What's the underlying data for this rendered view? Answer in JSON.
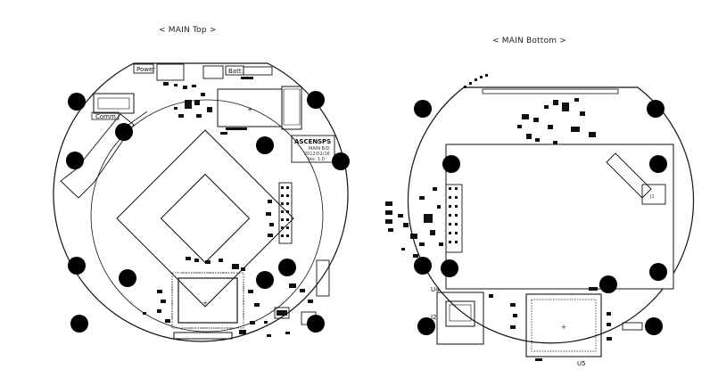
{
  "boards": [
    {
      "title": "< MAIN Top >",
      "labels": {
        "power": "Power",
        "batt": "Batt",
        "comm": "Comm",
        "logo_a": "ASCEN",
        "logo_b": "SPS",
        "info_1": "MAIN B/D",
        "info_2": "2012/02/16",
        "info_3": "Ver. 1.0"
      }
    },
    {
      "title": "< MAIN Bottom >",
      "labels": {
        "u4": "U4",
        "j2": "J2",
        "u5": "U5",
        "j1": "J1"
      }
    }
  ]
}
